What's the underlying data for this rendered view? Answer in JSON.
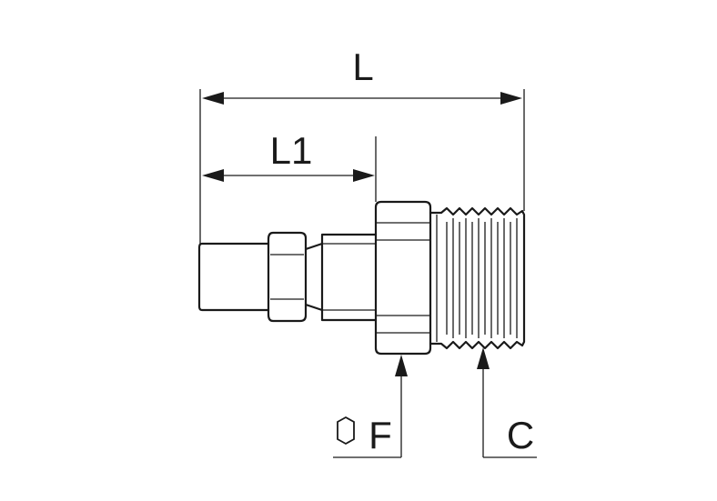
{
  "dimensions": {
    "overall_length": "L",
    "body_length": "L1",
    "hex_size": "F",
    "thread": "C"
  },
  "icons": {
    "hex": "hexagon-icon"
  }
}
